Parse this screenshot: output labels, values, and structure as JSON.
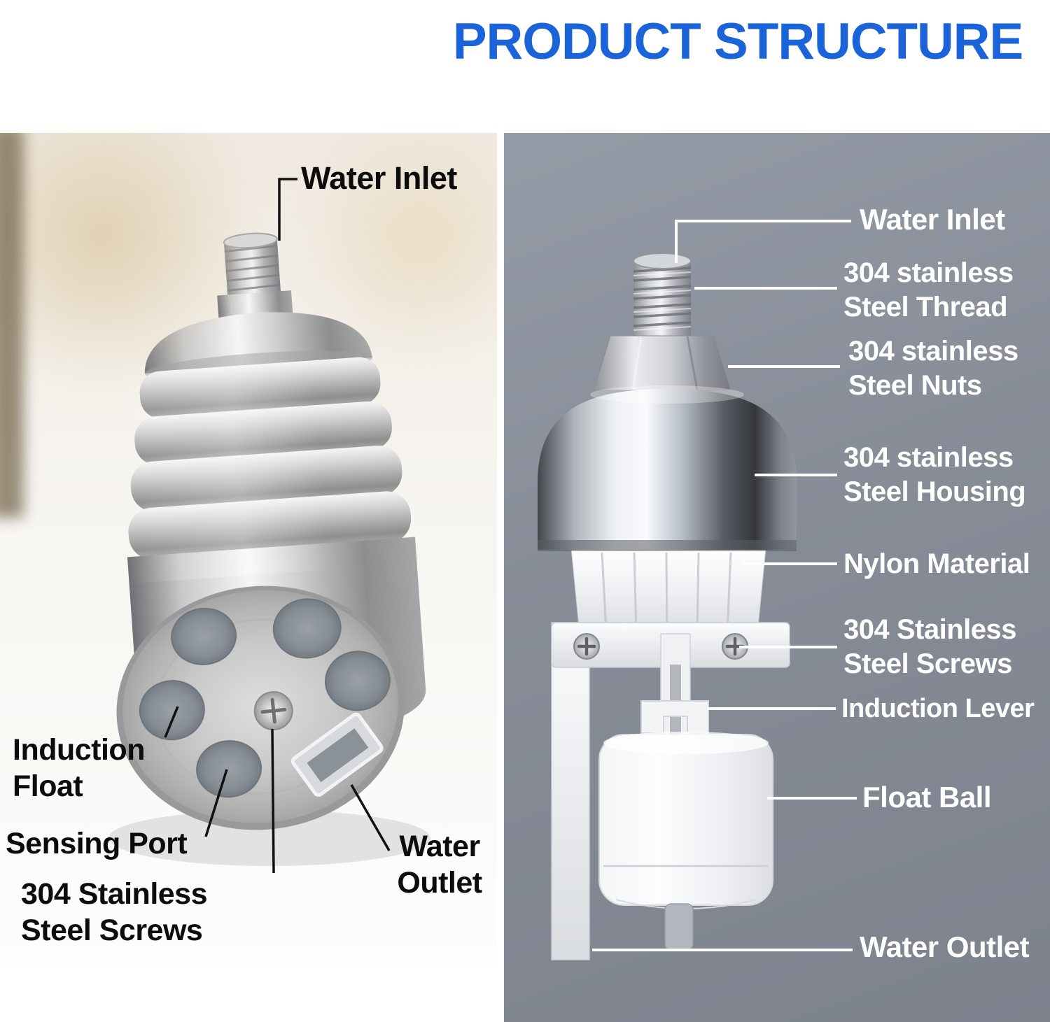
{
  "title": "PRODUCT STRUCTURE",
  "colors": {
    "title_blue": "#1b63d8",
    "right_panel_bg": "#878c97",
    "left_label_color": "#0c0c0c",
    "right_label_color": "#ffffff"
  },
  "left_panel": {
    "description": "photo of stainless steel float valve seen from below",
    "labels": {
      "water_inlet": "Water Inlet",
      "induction_float": "Induction\nFloat",
      "sensing_port": "Sensing Port",
      "steel_screws": "304 Stainless\nSteel Screws",
      "water_outlet": "Water\nOutlet"
    }
  },
  "right_panel": {
    "description": "side view of float valve on gray background",
    "labels": {
      "water_inlet": "Water Inlet",
      "steel_thread": "304 stainless\nSteel Thread",
      "steel_nuts": "304 stainless\nSteel Nuts",
      "steel_housing": "304 stainless\nSteel Housing",
      "nylon_material": "Nylon Material",
      "steel_screws": "304 Stainless\nSteel Screws",
      "induction_lever": "Induction Lever",
      "float_ball": "Float Ball",
      "water_outlet": "Water Outlet"
    }
  }
}
